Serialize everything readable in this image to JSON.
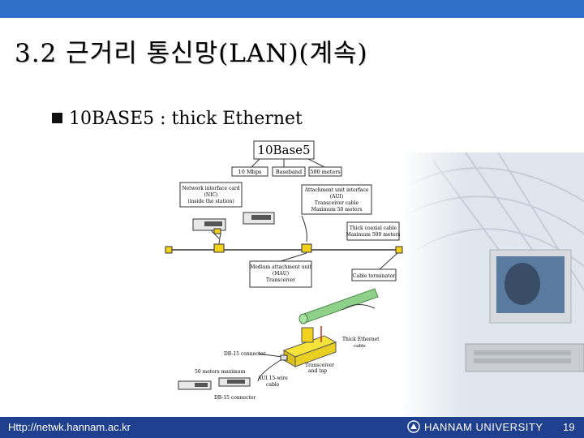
{
  "slide": {
    "title": "3.2 근거리 통신망(LAN)(계속)",
    "bullet": "10BASE5 : thick Ethernet",
    "page_number": "19"
  },
  "diagram": {
    "heading": "10Base5",
    "spec_labels": [
      "10 Mbps",
      "Baseband",
      "500 meters"
    ],
    "nic_label": [
      "Network interface card",
      "(NIC)",
      "(inside the station)"
    ],
    "aui_label": [
      "Attachment unit interface",
      "(AUI)",
      "Transceiver cable",
      "Maximum 50 meters"
    ],
    "coax_label": [
      "Thick coaxial cable",
      "Maximum 500 meters"
    ],
    "mau_label": [
      "Medium attachment unit",
      "(MAU)",
      "Transceiver"
    ],
    "terminator_label": "Cable terminator",
    "thick_ethernet_label": [
      "Thick Ethernet",
      "cable"
    ],
    "db15_top": "DB-15 connector",
    "transceiver_tap": [
      "Transceiver",
      "and tap"
    ],
    "aui_15_wire": [
      "AUI 15-wire",
      "cable"
    ],
    "fifty_meters": "50 meters maximum",
    "db15_bottom": "DB-15 connector"
  },
  "footer": {
    "url": "Http://netwk.hannam.ac.kr",
    "university": "HANNAM UNIVERSITY"
  },
  "colors": {
    "top_bar": "#2f6fc9",
    "footer_bar": "#1f3f8f",
    "connector_yellow": "#f2d21c",
    "coax_green": "#8fd08a"
  }
}
